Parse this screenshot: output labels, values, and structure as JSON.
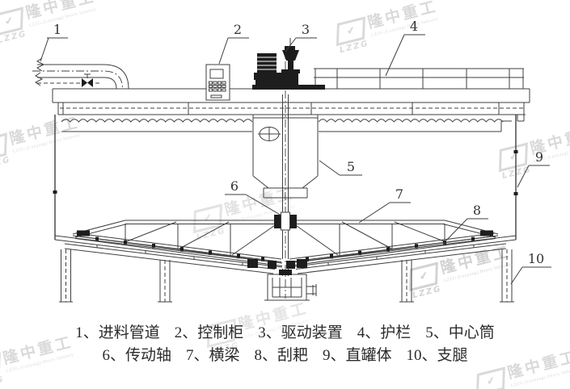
{
  "colors": {
    "line": "#3f3f3f",
    "dark": "#1d1d1d",
    "wm": "#b5b5b5",
    "cap": "#2b2b2b",
    "bg": "#ffffff"
  },
  "watermark": {
    "logo_text": "LZZG",
    "cn_text": "隆中重工",
    "sub_text": "LZZG (Luoyang) Heavy Industry"
  },
  "callouts": [
    {
      "num": "1"
    },
    {
      "num": "2"
    },
    {
      "num": "3"
    },
    {
      "num": "4"
    },
    {
      "num": "5"
    },
    {
      "num": "6"
    },
    {
      "num": "7"
    },
    {
      "num": "8"
    },
    {
      "num": "9"
    },
    {
      "num": "10"
    }
  ],
  "caption": {
    "row1": [
      {
        "label": "1、进料管道"
      },
      {
        "label": "2、控制柜"
      },
      {
        "label": "3、驱动装置"
      },
      {
        "label": "4、护栏"
      },
      {
        "label": "5、中心筒"
      }
    ],
    "row2": [
      {
        "label": "6、传动轴"
      },
      {
        "label": "7、横梁"
      },
      {
        "label": "8、刮耙"
      },
      {
        "label": "9、直罐体"
      },
      {
        "label": "10、支腿"
      }
    ]
  }
}
